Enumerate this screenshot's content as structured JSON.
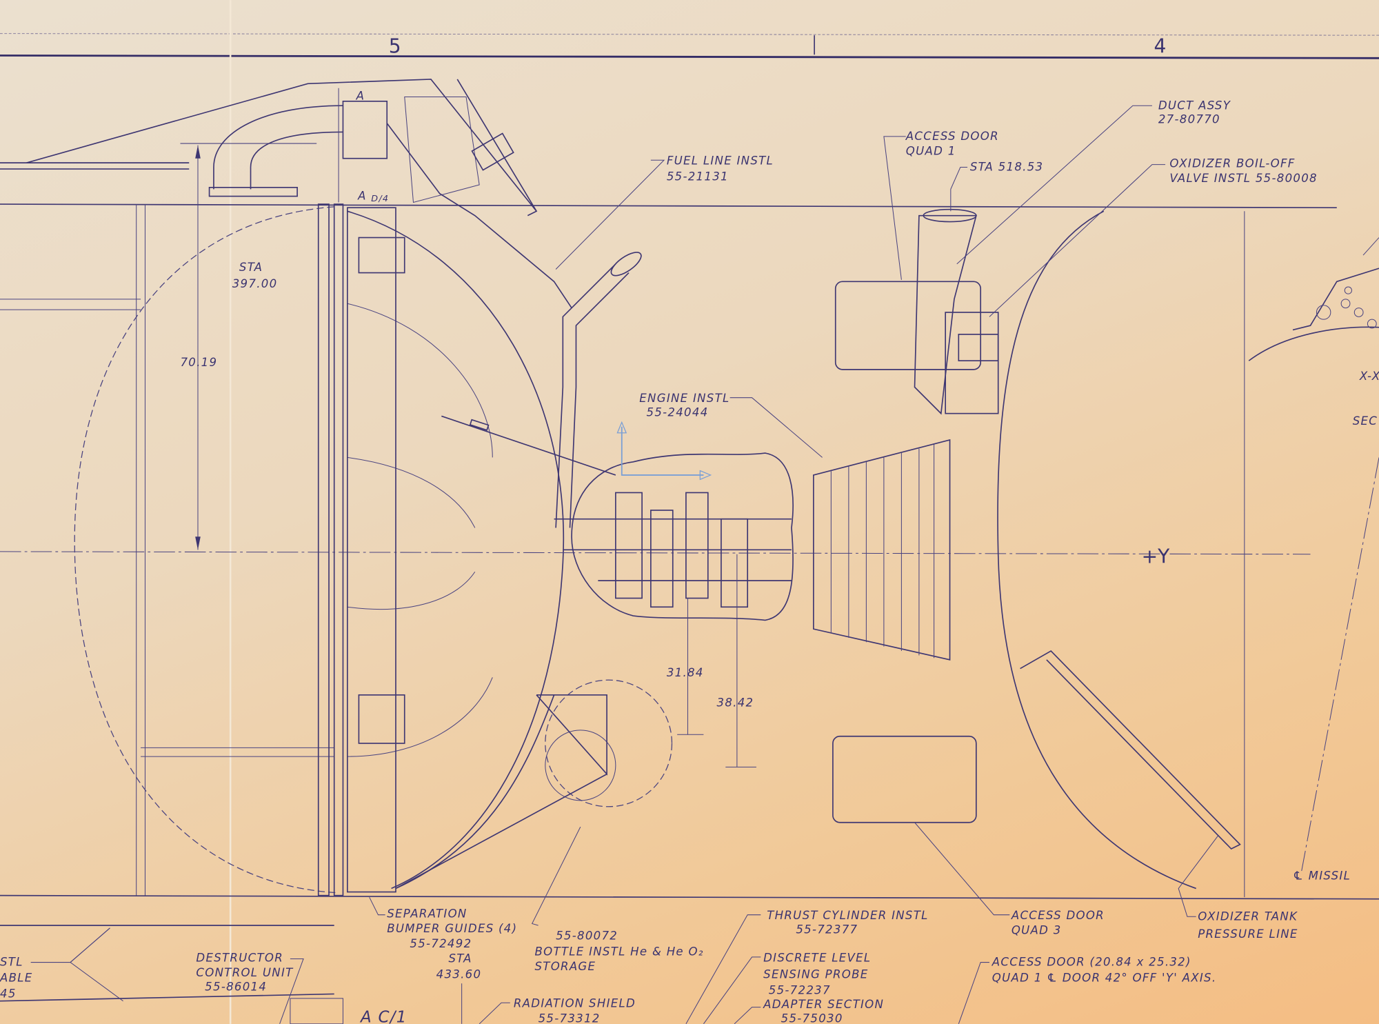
{
  "drawing": {
    "zones": [
      "5",
      "4"
    ],
    "axis_label": "+Y",
    "labels": {
      "fuel_line": [
        "FUEL LINE INSTL",
        "55-21131"
      ],
      "sta_397": [
        "STA",
        "397.00"
      ],
      "dim_70": "70.19",
      "section_a_top": "A",
      "section_a_bottom": "A",
      "section_d4": "D/4",
      "engine": [
        "ENGINE INSTL",
        "55-24044"
      ],
      "dim_31": "31.84",
      "dim_38": "38.42",
      "access_door_quad1": [
        "ACCESS DOOR",
        "QUAD 1"
      ],
      "sta_518": "STA 518.53",
      "duct_assy": [
        "DUCT ASSY",
        "27-80770"
      ],
      "oxidizer_valve": [
        "OXIDIZER BOIL-OFF",
        "VALVE INSTL 55-80008"
      ],
      "section_xx": "X-X",
      "section_word": "SEC",
      "missile_cl": "℄ MISSIL",
      "separation": [
        "SEPARATION",
        "BUMPER GUIDES (4)",
        "55-72492"
      ],
      "sta_433": [
        "STA",
        "433.60"
      ],
      "bottle": [
        "55-80072",
        "BOTTLE INSTL He & He O₂",
        "STORAGE"
      ],
      "thrust_cyl": [
        "THRUST CYLINDER INSTL",
        "55-72377"
      ],
      "access_door_quad3": [
        "ACCESS DOOR",
        "QUAD 3"
      ],
      "oxidizer_tank": [
        "OXIDIZER TANK",
        "PRESSURE LINE"
      ],
      "destructor": [
        "DESTRUCTOR",
        "CONTROL UNIT",
        "55-86014"
      ],
      "left_cut": [
        "STL",
        "ABLE",
        "45"
      ],
      "discrete": [
        "DISCRETE LEVEL",
        "SENSING PROBE",
        "55-72237"
      ],
      "access_door_dim": [
        "ACCESS DOOR  (20.84 x 25.32)",
        "QUAD 1 ℄ DOOR 42° OFF 'Y' AXIS."
      ],
      "radiation": [
        "RADIATION SHIELD",
        "55-73312"
      ],
      "adapter": [
        "ADAPTER SECTION",
        "55-75030"
      ],
      "section_c1": "A C/1"
    }
  }
}
